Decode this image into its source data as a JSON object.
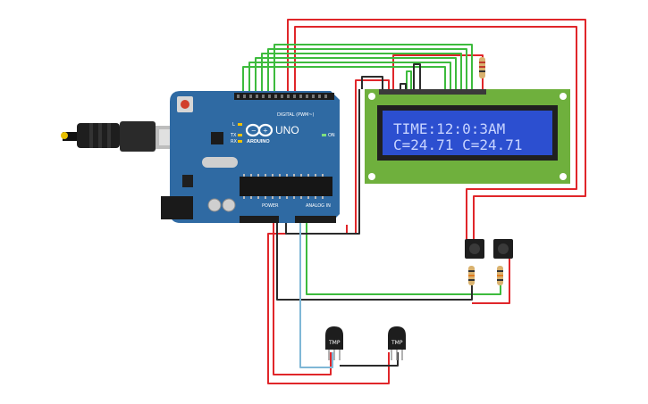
{
  "board": {
    "brand": "ARDUINO",
    "model": "UNO",
    "digital_label": "DIGITAL (PWM~)",
    "analog_label": "ANALOG IN",
    "power_label": "POWER",
    "on_label": "ON",
    "tx_label": "TX",
    "rx_label": "RX",
    "l_label": "L"
  },
  "lcd": {
    "line1": "TIME:12:0:3AM",
    "line2": "C=24.71 C=24.71"
  },
  "sensors": [
    {
      "label": "TMP"
    },
    {
      "label": "TMP"
    }
  ],
  "colors": {
    "wire_red": "#e0262a",
    "wire_green": "#3dbb3d",
    "wire_black": "#2b2b2b",
    "wire_blue": "#7fb7d6",
    "board": "#2f6aa3",
    "lcd_bezel": "#6fb03d",
    "lcd_screen": "#2c4fd0",
    "lcd_text": "#c8d4ff"
  }
}
